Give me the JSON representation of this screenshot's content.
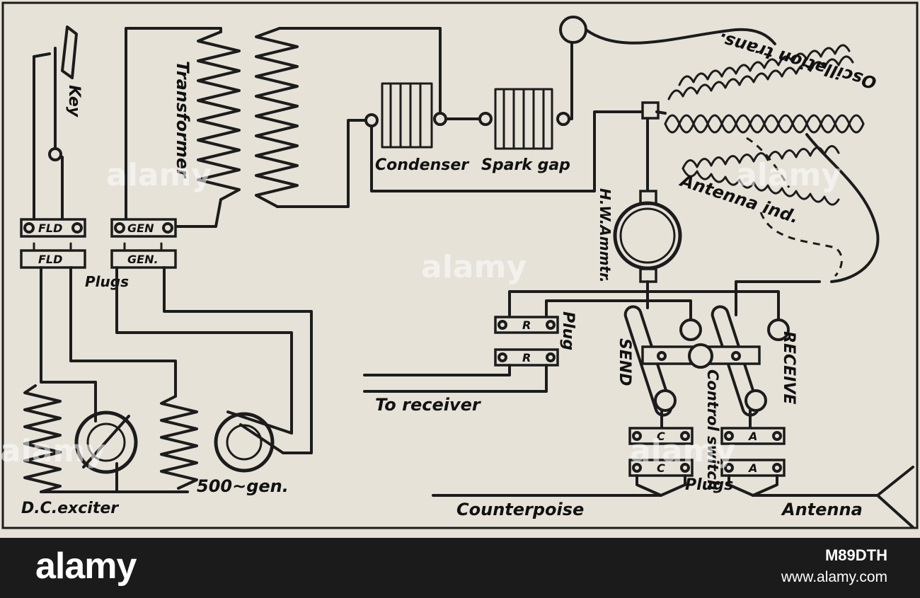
{
  "labels": {
    "key": "Key",
    "transformer": "Transformer",
    "condenser": "Condenser",
    "spark_gap": "Spark gap",
    "oscillation_trans": "Oscillation trans.",
    "antenna_ind": "Antenna ind.",
    "hw_ammtr": "H.W.Ammtr.",
    "plug": "Plug",
    "plugs_left": "Plugs",
    "plugs_right": "Plugs",
    "send": "SEND",
    "receive": "RECEIVE",
    "control_switch": "Control switch",
    "to_receiver": "To receiver",
    "dc_exciter": "D.C.exciter",
    "gen_500": "500~gen.",
    "counterpoise": "Counterpoise",
    "antenna": "Antenna"
  },
  "plug_labels": {
    "fld_top": "FLD",
    "fld_bottom": "FLD",
    "gen_top": "GEN",
    "gen_bottom": "GEN.",
    "r_top": "R",
    "r_bottom": "R",
    "c_top": "C",
    "c_bottom": "C",
    "a_top": "A",
    "a_bottom": "A"
  },
  "watermark": "alamy",
  "footer": {
    "logo": "alamy",
    "image_id": "M89DTH",
    "url": "www.alamy.com"
  }
}
